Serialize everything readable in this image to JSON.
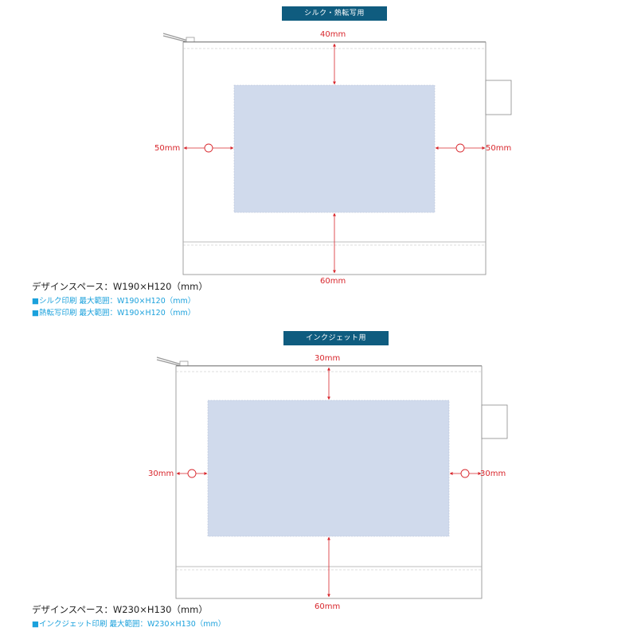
{
  "sections": [
    {
      "header": "シルク・熱転写用",
      "margins": {
        "top": "40mm",
        "left": "50mm",
        "right": "50mm",
        "bottom": "60mm"
      },
      "design_space": "デザインスペース：W190×H120（mm）",
      "ranges": [
        "■シルク印刷 最大範囲：W190×H120（mm）",
        "■熱転写印刷 最大範囲：W190×H120（mm）"
      ]
    },
    {
      "header": "インクジェット用",
      "margins": {
        "top": "30mm",
        "left": "30mm",
        "right": "30mm",
        "bottom": "60mm"
      },
      "design_space": "デザインスペース：W230×H130（mm）",
      "ranges": [
        "■インクジェット印刷 最大範囲：W230×H130（mm）"
      ]
    }
  ],
  "colors": {
    "header_bg": "#0f5c7f",
    "dimension": "#d8262c",
    "print_area": "#d0daec",
    "range_text": "#1ba1dc"
  }
}
